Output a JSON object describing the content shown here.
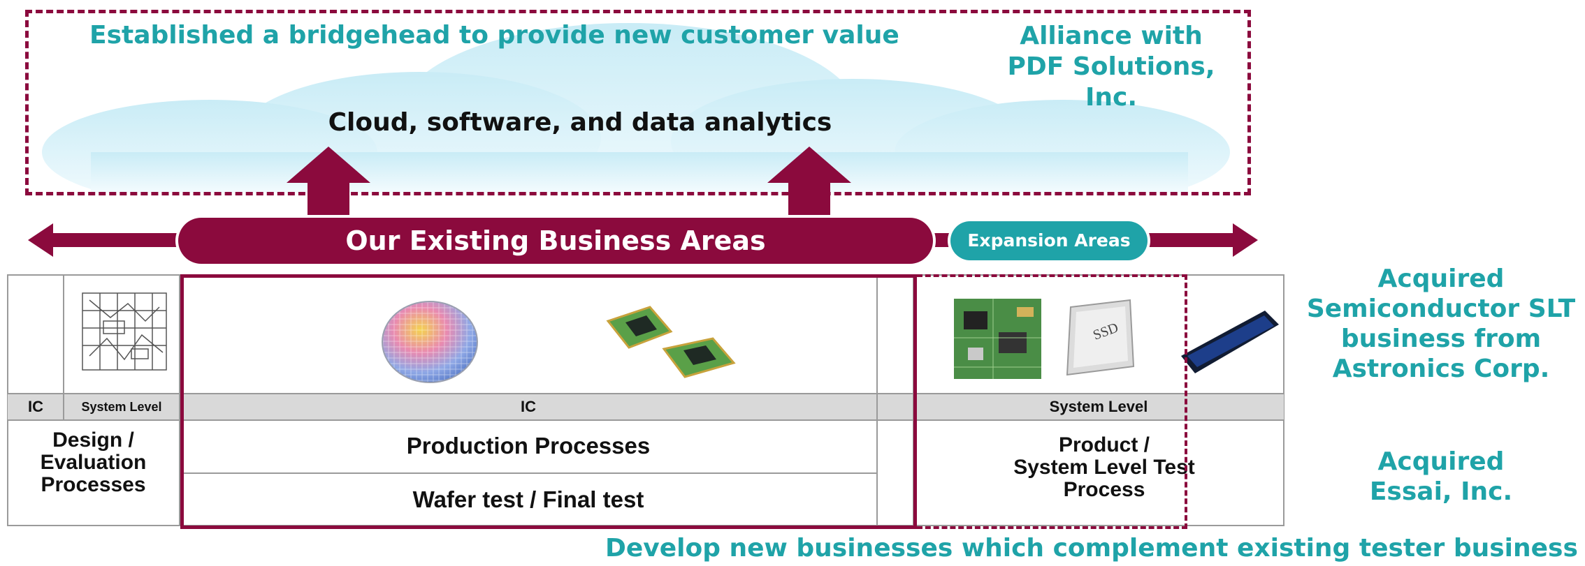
{
  "top_left_heading": "Established a bridgehead to provide new customer value",
  "alliance": {
    "line1": "Alliance with",
    "line2": "PDF Solutions, Inc."
  },
  "cloud_label": "Cloud, software, and data analytics",
  "existing_banner": "Our Existing Business Areas",
  "expansion_banner": "Expansion Areas",
  "table": {
    "cat_ic_left": "IC",
    "cat_system_left": "System Level",
    "cat_ic_center": "IC",
    "cat_system_right": "System Level",
    "design_eval": {
      "l1": "Design /",
      "l2": "Evaluation",
      "l3": "Processes"
    },
    "production": "Production Processes",
    "wafer_final": "Wafer test / Final test",
    "product_slt": {
      "l1": "Product /",
      "l2": "System Level Test",
      "l3": "Process"
    }
  },
  "right_notes": {
    "slt": {
      "l1": "Acquired",
      "l2": "Semiconductor SLT",
      "l3": "business from",
      "l4": "Astronics Corp."
    },
    "essai": {
      "l1": "Acquired",
      "l2": "Essai, Inc."
    }
  },
  "bottom_caption": "Develop new businesses which complement existing tester business",
  "ssd_label": "SSD",
  "colors": {
    "accent": "#8b0a3d",
    "teal": "#1fa3a8"
  }
}
